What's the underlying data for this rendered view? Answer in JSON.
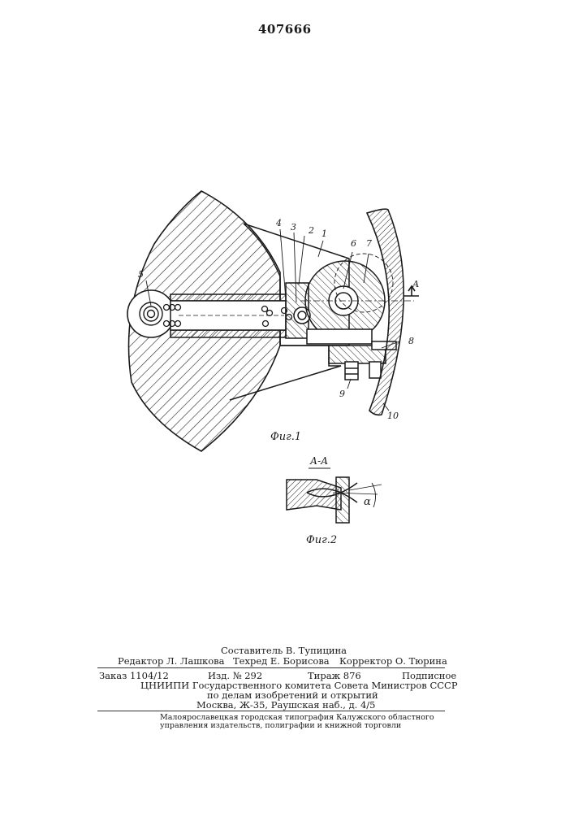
{
  "patent_number": "407666",
  "figures": {
    "fig1_caption": "Фиг.1",
    "fig2_caption": "Фиг.2",
    "section_title": "А-А",
    "section_mark": "А",
    "angle_label": "α",
    "callouts": {
      "c1": "1",
      "c2": "2",
      "c3": "3",
      "c4": "4",
      "c5": "5",
      "c6": "6",
      "c7": "7",
      "c8": "8",
      "c9": "9",
      "c10": "10"
    }
  },
  "imprint": {
    "compiler": "Составитель В. Тупицина",
    "editor": "Редактор Л. Лашкова",
    "techred": "Техред Е. Борисова",
    "corrector": "Корректор О. Тюрина",
    "order": "Заказ 1104/12",
    "edition": "Изд. № 292",
    "circulation": "Тираж 876",
    "subscription": "Подписное",
    "org_line1": "ЦНИИПИ Государственного комитета Совета Министров СССР",
    "org_line2": "по делам изобретений и открытий",
    "org_line3": "Москва, Ж-35, Раушская наб., д. 4/5",
    "printer_line1": "Малоярославецкая городская типография Калужского областного",
    "printer_line2": "управления издательств, полиграфии и книжной торговли"
  }
}
